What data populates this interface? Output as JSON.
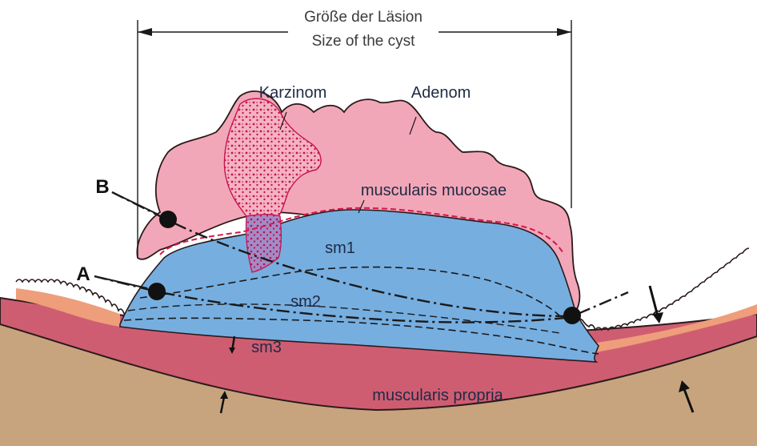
{
  "labels": {
    "title_de": "Größe der Läsion",
    "title_en": "Size of the cyst",
    "karzinom": "Karzinom",
    "adenom": "Adenom",
    "muscularis_mucosae": "muscularis mucosae",
    "sm1": "sm1",
    "sm2": "sm2",
    "sm3": "sm3",
    "muscularis_propria": "muscularis propria",
    "point_a": "A",
    "point_b": "B"
  },
  "colors": {
    "adenoma": "#f2a7b8",
    "carcinoma_dots": "#c8134f",
    "submucosa": "#76aee0",
    "muscularis_propria": "#cf5d72",
    "serosa": "#c7a47e",
    "mucosa_band": "#ee9e7a",
    "mucosae_line": "#d4174c",
    "outline": "#2a1a1a"
  }
}
